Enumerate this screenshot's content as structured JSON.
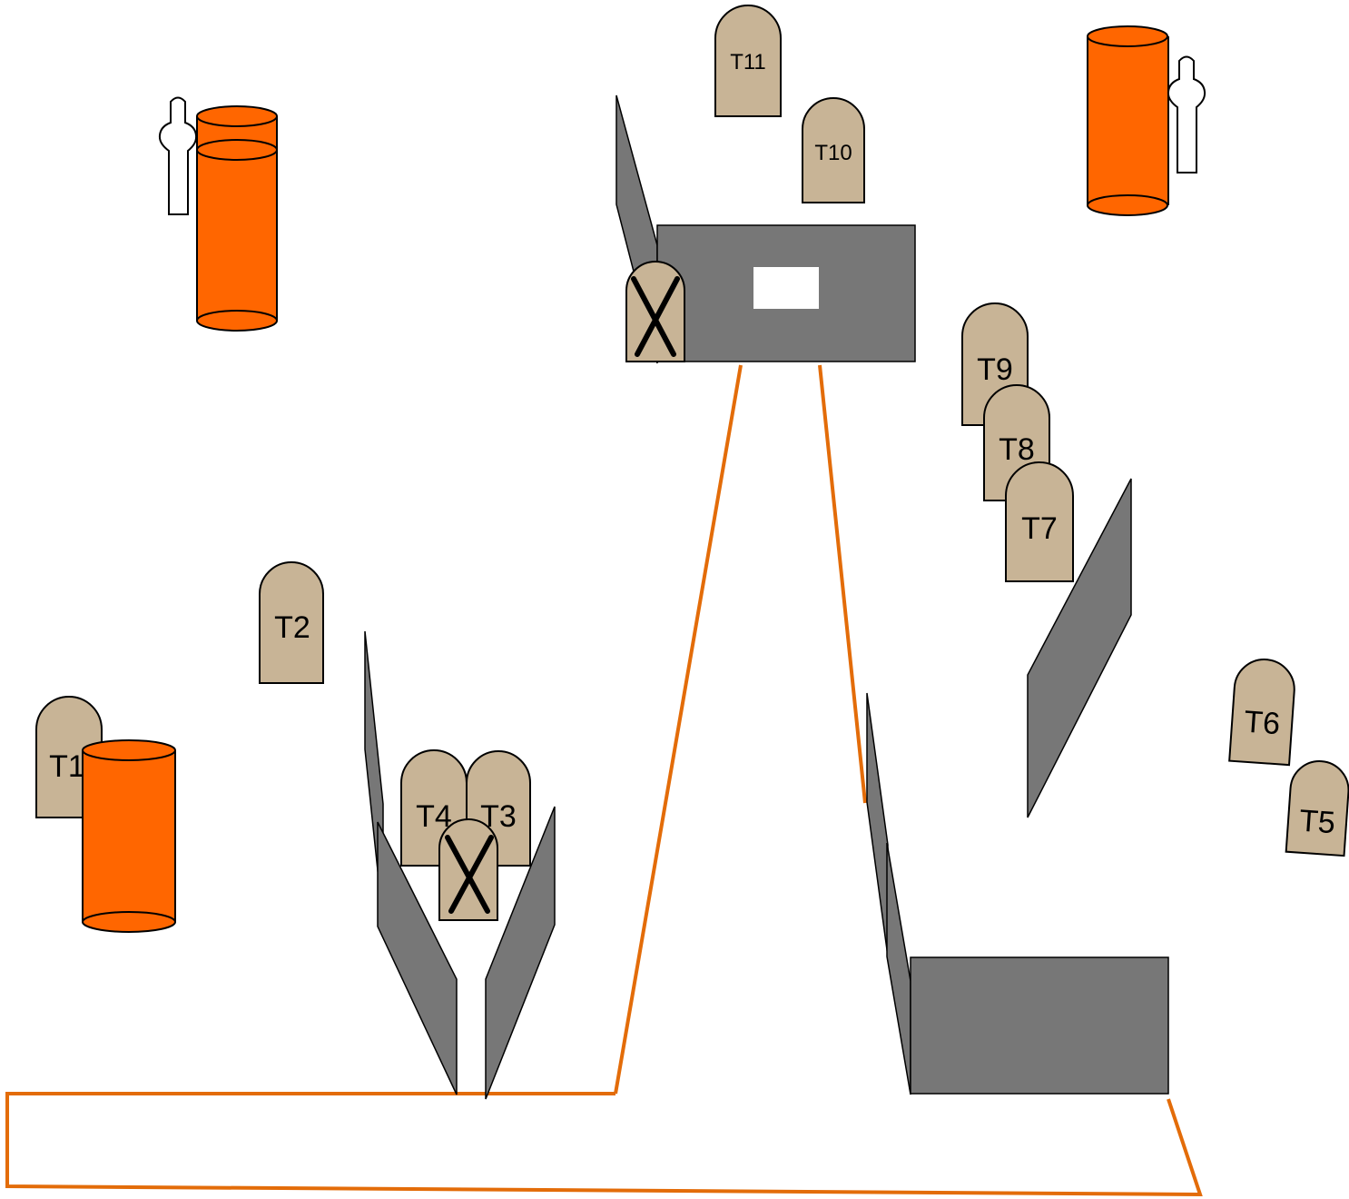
{
  "targets": {
    "t1": "T1",
    "t2": "T2",
    "t3": "T3",
    "t4": "T4",
    "t5": "T5",
    "t6": "T6",
    "t7": "T7",
    "t8": "T8",
    "t9": "T9",
    "t10": "T10",
    "t11": "T11"
  },
  "colors": {
    "barrel": "#ff6600",
    "walls": "#777777",
    "target": "#c8b496",
    "fault_line": "#e36c09"
  },
  "icons": [
    "barrel-icon",
    "no-shoot-target-icon",
    "person-silhouette-icon"
  ]
}
